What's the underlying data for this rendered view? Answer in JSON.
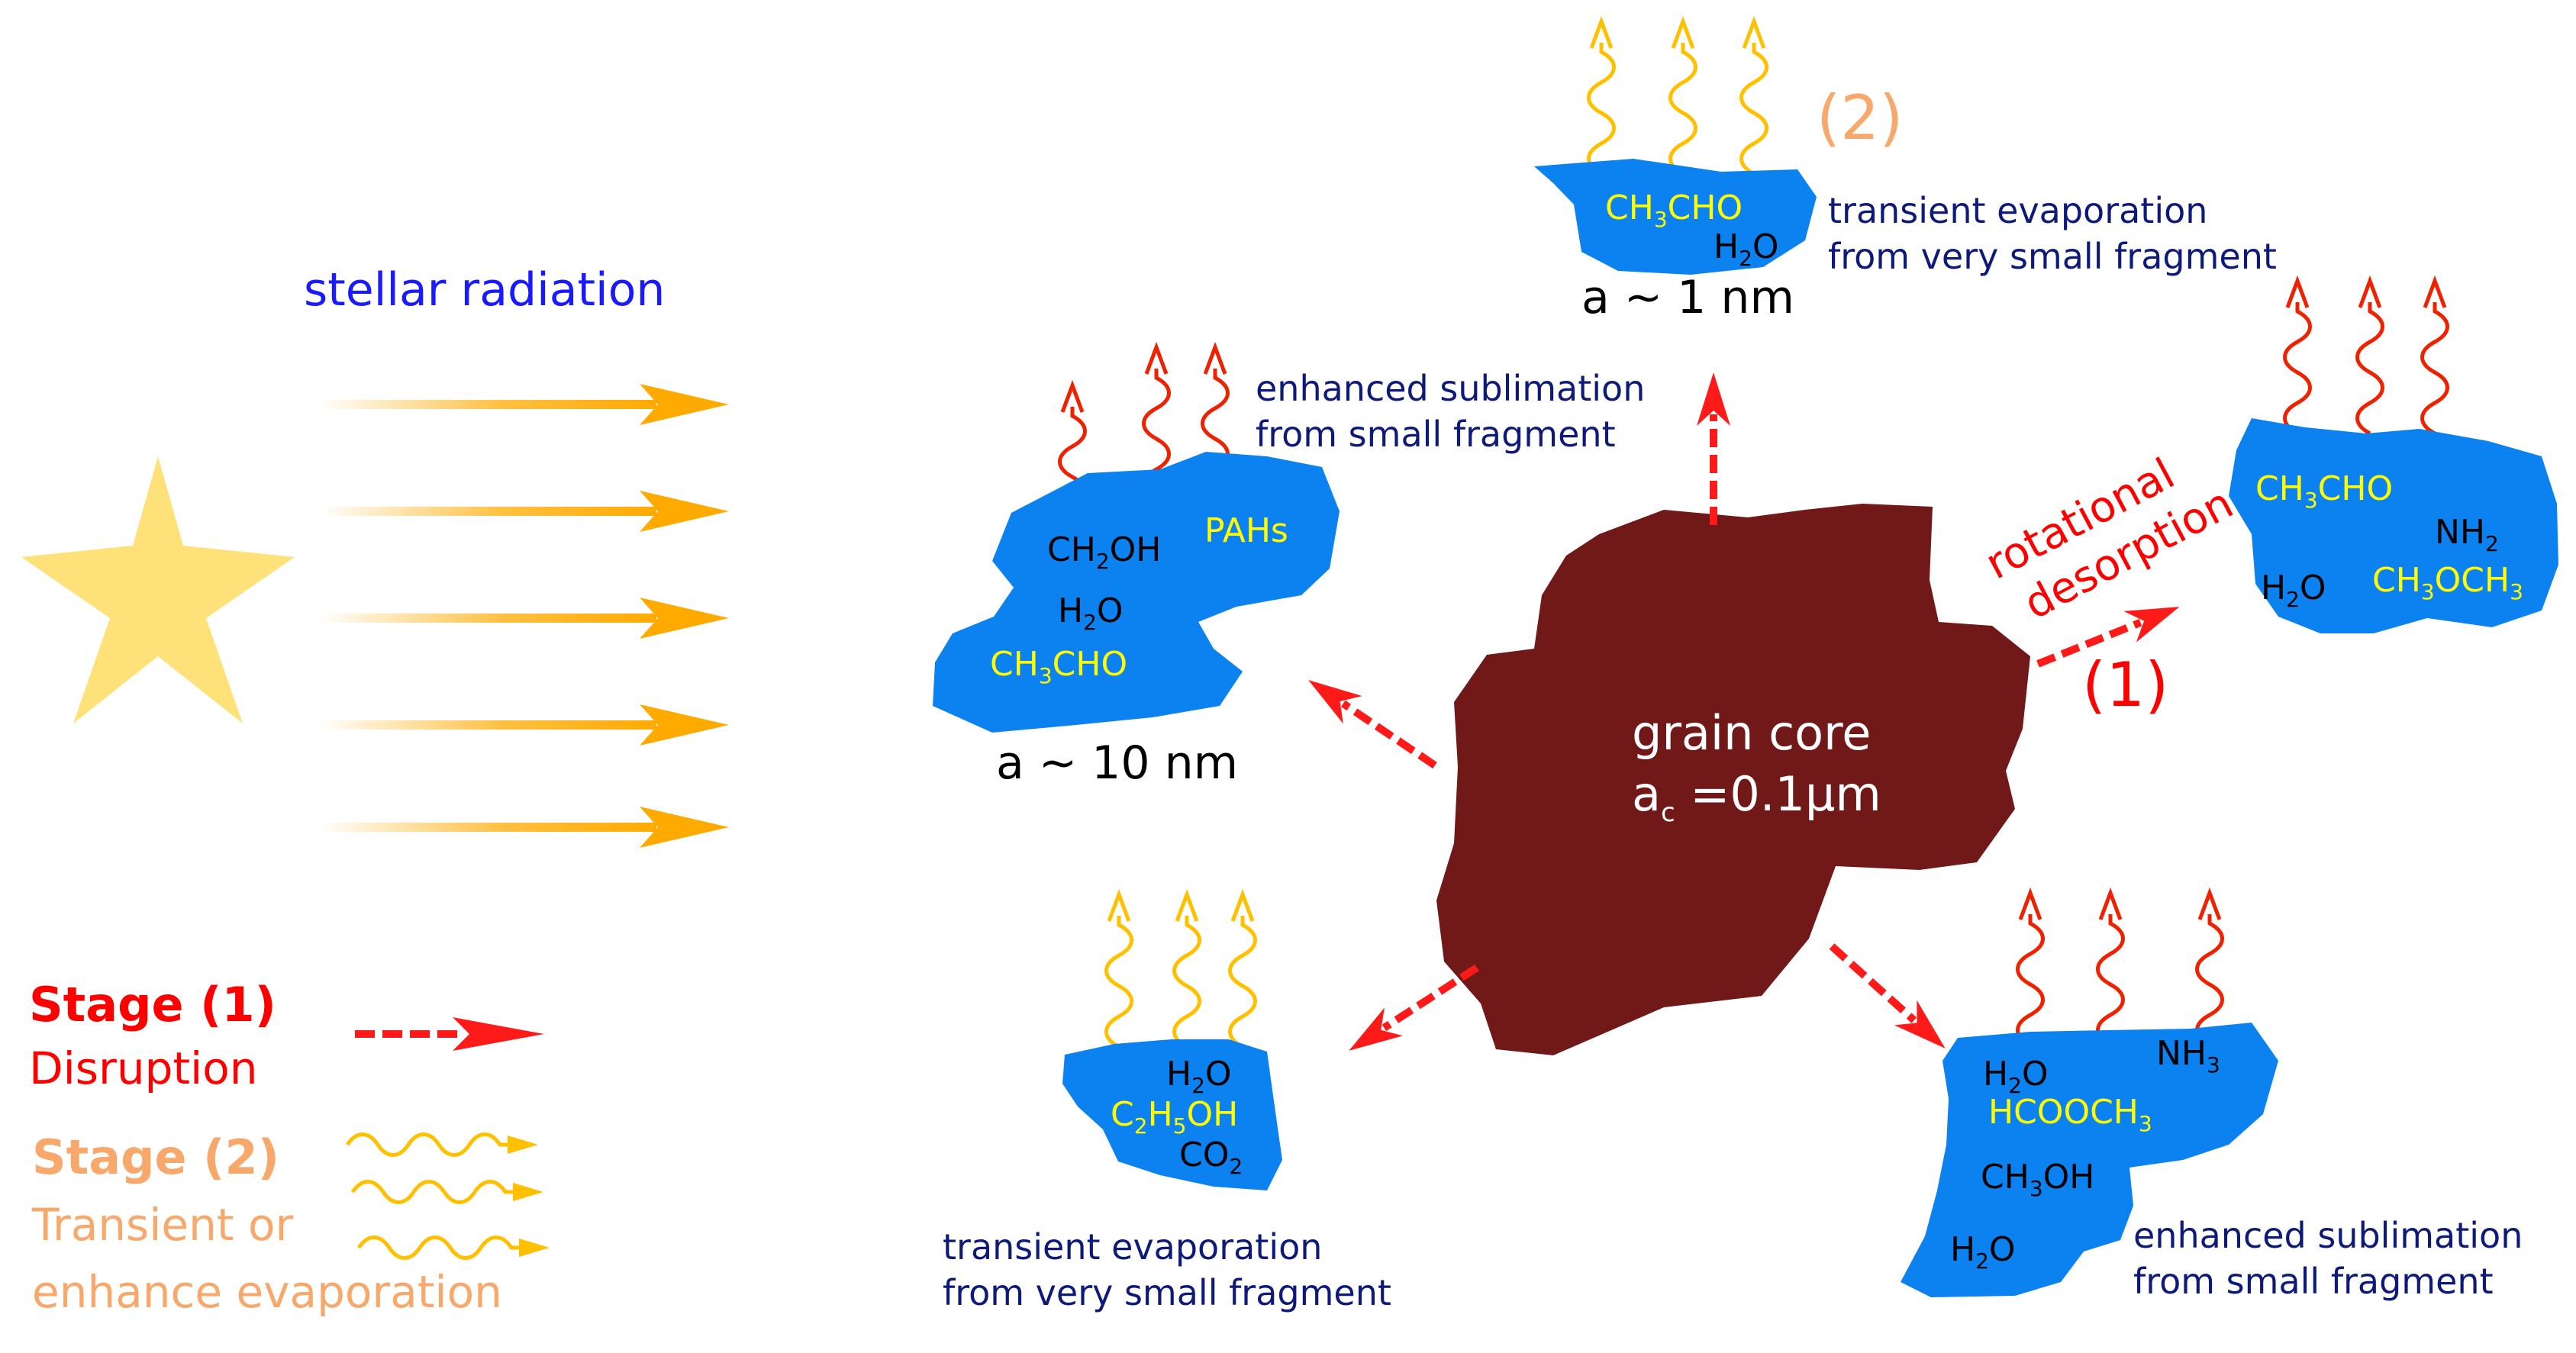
{
  "stellar_radiation": "stellar radiation",
  "core": {
    "line1": "grain core",
    "line2_a": "a",
    "line2_sub": "c",
    "line2_rest": " =0.1μm"
  },
  "labels": {
    "stage1_num": "(1)",
    "stage2_num": "(2)",
    "rotational": "rotational",
    "desorption": "desorption",
    "size_10nm": "a ~ 10 nm",
    "size_1nm": "a ~ 1 nm"
  },
  "captions": {
    "top_1": "transient evaporation",
    "top_2": "from very small fragment",
    "left_1": "enhanced sublimation",
    "left_2": "from small fragment",
    "bottom_left_1": "transient evaporation",
    "bottom_left_2": "from very small fragment",
    "bottom_right_1": "enhanced sublimation",
    "bottom_right_2": "from small fragment"
  },
  "legend": {
    "stage1_title": "Stage (1)",
    "stage1_desc": "Disruption",
    "stage2_title": "Stage (2)",
    "stage2_desc_1": "Transient or",
    "stage2_desc_2": "enhance evaporation"
  },
  "molecules": {
    "top": {
      "ch3cho": [
        "CH",
        "3",
        "CHO"
      ],
      "h2o": [
        "H",
        "2",
        "O"
      ]
    },
    "left": {
      "ch2oh": [
        "CH",
        "2",
        "OH"
      ],
      "pahs": "PAHs",
      "h2o": [
        "H",
        "2",
        "O"
      ],
      "ch3cho": [
        "CH",
        "3",
        "CHO"
      ]
    },
    "right": {
      "ch3cho": [
        "CH",
        "3",
        "CHO"
      ],
      "nh2": [
        "NH",
        "2",
        ""
      ],
      "h2o": [
        "H",
        "2",
        "O"
      ],
      "ch3och3": [
        "CH",
        "3",
        "OCH",
        "3"
      ]
    },
    "bottom_left": {
      "h2o": [
        "H",
        "2",
        "O"
      ],
      "c2h5oh": [
        "C",
        "2",
        "H",
        "5",
        "OH"
      ],
      "co2": [
        "CO",
        "2",
        ""
      ]
    },
    "bottom_right": {
      "h2o_top": [
        "H",
        "2",
        "O"
      ],
      "nh3": [
        "NH",
        "3",
        ""
      ],
      "hcooch3": [
        "HCOOCH",
        "3",
        ""
      ],
      "ch3oh": [
        "CH",
        "3",
        "OH"
      ],
      "h2o_bottom": [
        "H",
        "2",
        "O"
      ]
    }
  },
  "colors": {
    "grain_core": "#711818",
    "fragment": "#0b82f0",
    "radiation_arrow": "#ffaa00",
    "star": "#ffe17a",
    "disruption_arrow": "#ff1a1a",
    "wavy_red": "#ee2200",
    "wavy_yellow": "#ffc000",
    "stage2_text": "#f7a86a"
  },
  "icons": [
    "star-icon",
    "radiation-arrow-icon",
    "dashed-arrow-icon",
    "wavy-arrow-icon"
  ]
}
